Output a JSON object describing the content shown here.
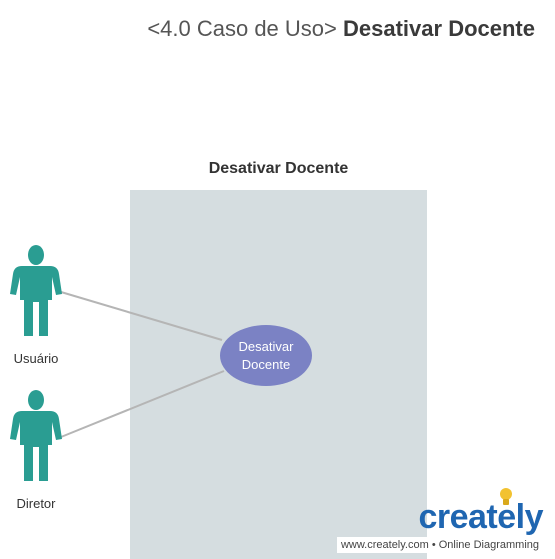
{
  "header": {
    "prefix": "<4.0 Caso de Uso>",
    "title": "Desativar Docente"
  },
  "system_boundary": {
    "title": "Desativar Docente"
  },
  "actors": [
    {
      "label": "Usuário"
    },
    {
      "label": "Diretor"
    }
  ],
  "use_case": {
    "line1": "Desativar",
    "line2": "Docente"
  },
  "colors": {
    "actor": "#2a9d92",
    "use_case": "#7b82c4",
    "boundary": "#d5dde0",
    "connector": "#b5b5b5"
  },
  "watermark": {
    "brand": "creately",
    "site": "www.creately.com • Online Diagramming"
  }
}
